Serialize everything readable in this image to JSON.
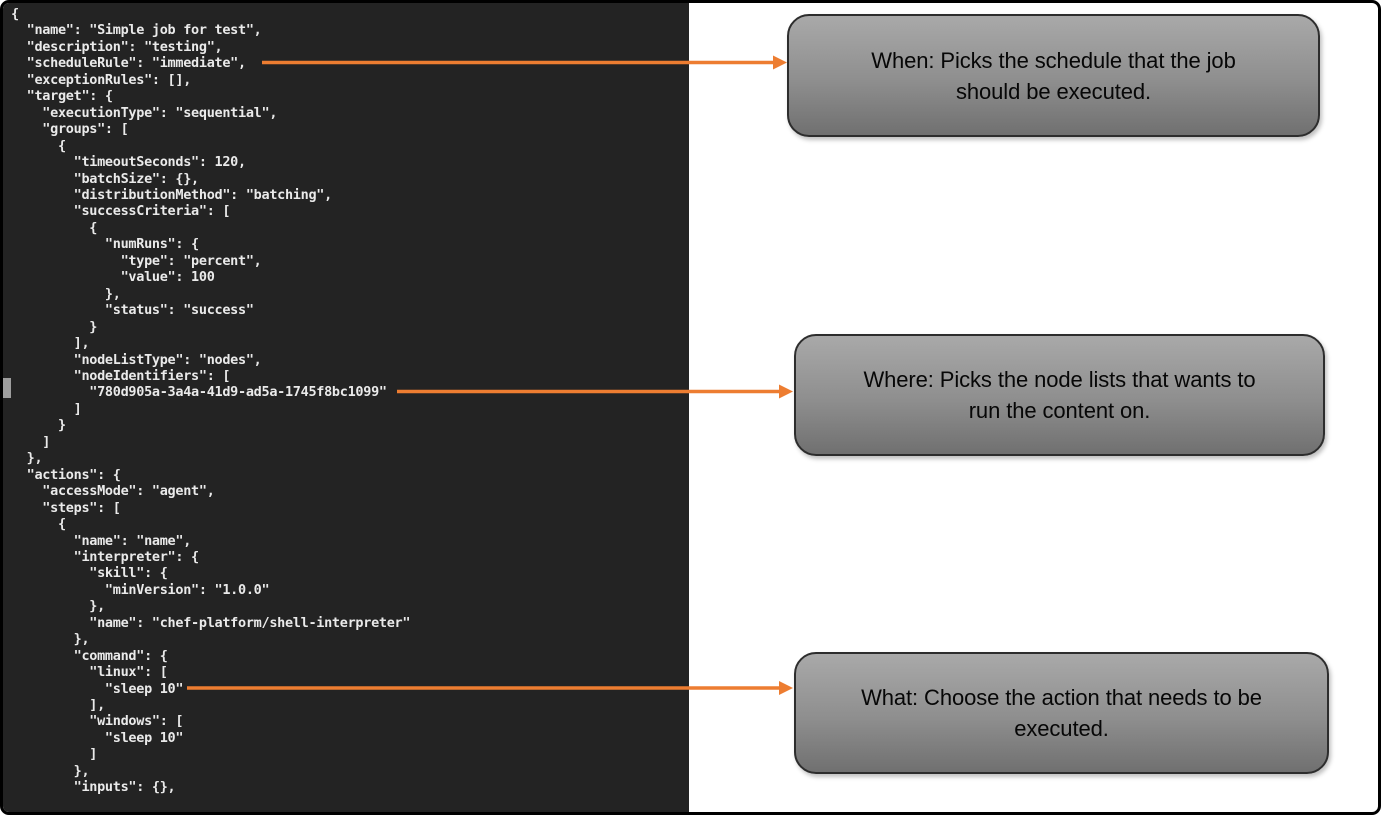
{
  "colors": {
    "terminal_background": "#232323",
    "terminal_text": "#eaeaea",
    "arrow_orange": "#ED7D31",
    "callout_gradient_top": "#a9a9a9",
    "callout_gradient_bottom": "#707070",
    "callout_border": "#2d2d2d"
  },
  "terminal": {
    "lines": [
      "{",
      "  \"name\": \"Simple job for test\",",
      "  \"description\": \"testing\",",
      "  \"scheduleRule\": \"immediate\",",
      "  \"exceptionRules\": [],",
      "  \"target\": {",
      "    \"executionType\": \"sequential\",",
      "    \"groups\": [",
      "      {",
      "        \"timeoutSeconds\": 120,",
      "        \"batchSize\": {},",
      "        \"distributionMethod\": \"batching\",",
      "        \"successCriteria\": [",
      "          {",
      "            \"numRuns\": {",
      "              \"type\": \"percent\",",
      "              \"value\": 100",
      "            },",
      "            \"status\": \"success\"",
      "          }",
      "        ],",
      "        \"nodeListType\": \"nodes\",",
      "        \"nodeIdentifiers\": [",
      "          \"780d905a-3a4a-41d9-ad5a-1745f8bc1099\"",
      "        ]",
      "      }",
      "    ]",
      "  },",
      "  \"actions\": {",
      "    \"accessMode\": \"agent\",",
      "    \"steps\": [",
      "      {",
      "        \"name\": \"name\",",
      "        \"interpreter\": {",
      "          \"skill\": {",
      "            \"minVersion\": \"1.0.0\"",
      "          },",
      "          \"name\": \"chef-platform/shell-interpreter\"",
      "        },",
      "        \"command\": {",
      "          \"linux\": [",
      "            \"sleep 10\"",
      "          ],",
      "          \"windows\": [",
      "            \"sleep 10\"",
      "          ]",
      "        },",
      "        \"inputs\": {},"
    ]
  },
  "annotations": {
    "boxes": [
      {
        "id": "when",
        "lines": [
          "When: Picks the schedule that the job",
          "should be executed."
        ]
      },
      {
        "id": "where",
        "lines": [
          "Where: Picks the node lists that wants to",
          "run the content on."
        ]
      },
      {
        "id": "what",
        "lines": [
          "What: Choose the action that needs to be",
          "executed."
        ]
      }
    ]
  }
}
